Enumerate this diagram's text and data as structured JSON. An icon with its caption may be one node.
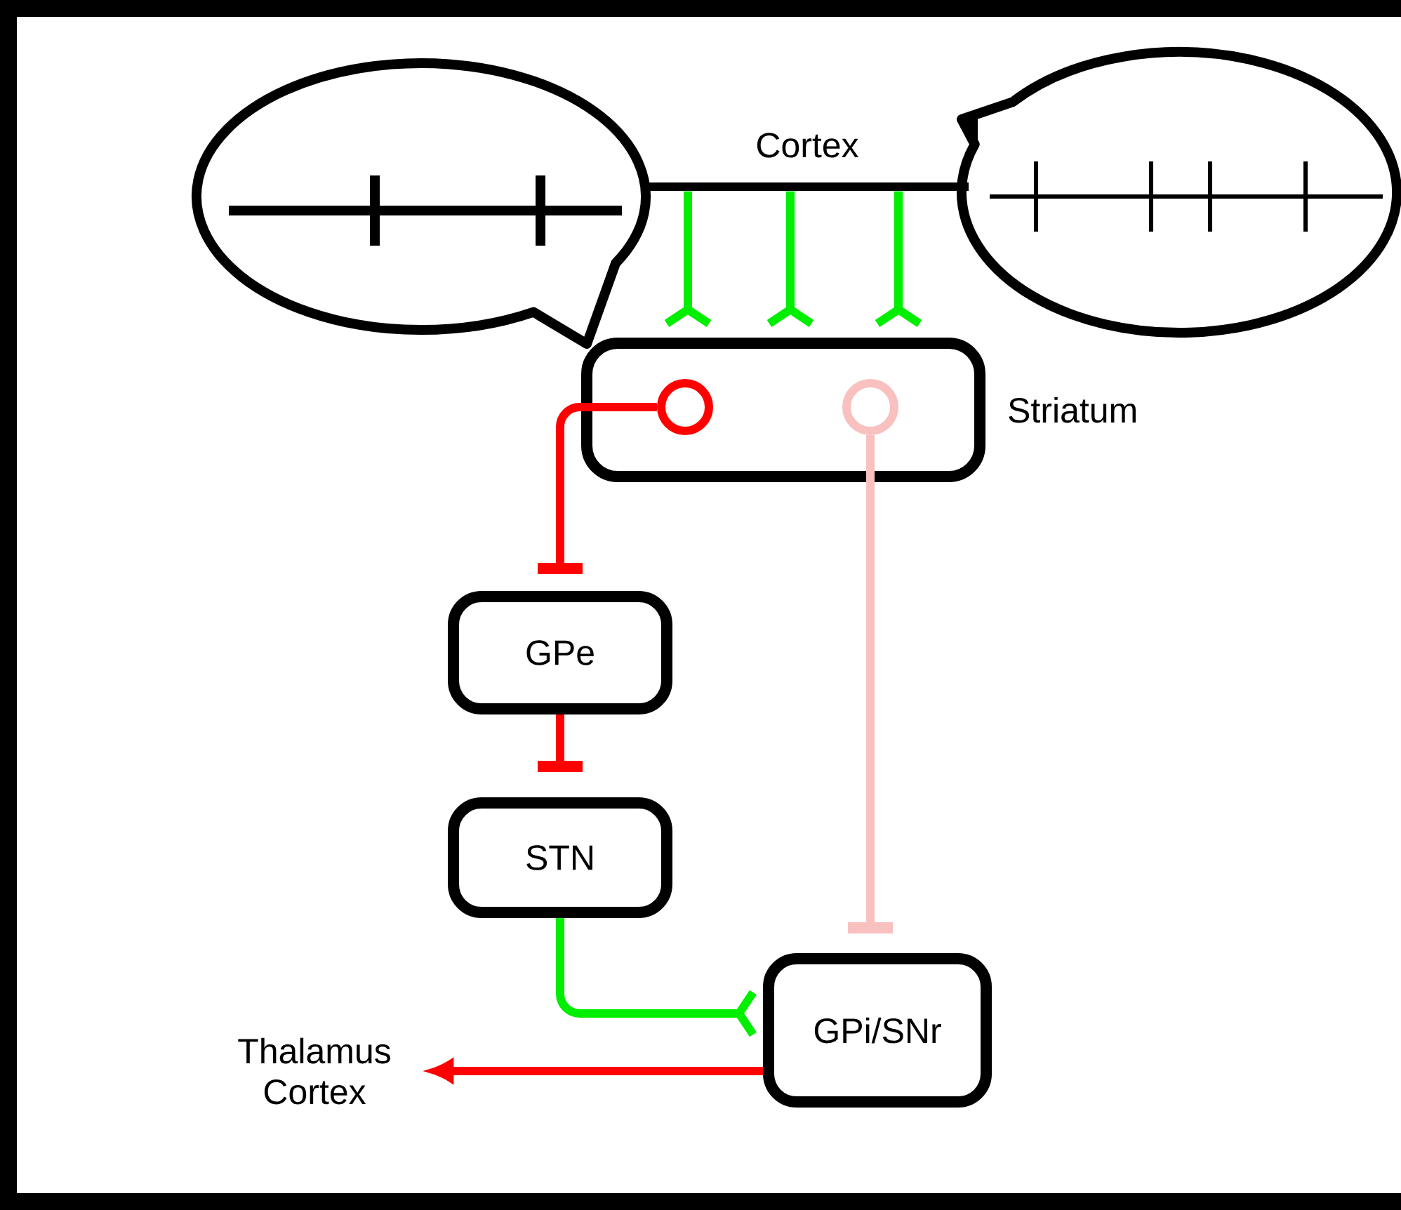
{
  "diagram": {
    "nodes": [
      {
        "text": [
          "Cortex"
        ]
      },
      {
        "text": [
          "Striatum"
        ]
      },
      {
        "text": [],
        "shape": "circle",
        "in": 1
      },
      {
        "text": [],
        "shape": "circle",
        "in": 1
      },
      {
        "text": [
          "GPe"
        ]
      },
      {
        "text": [
          "STN"
        ]
      },
      {
        "text": [
          "GPi/SNr"
        ]
      },
      {
        "text": [
          "Thalamus Cortex"
        ]
      }
    ],
    "edges": [
      {
        "from": 0,
        "to": 1,
        "arrow": "other",
        "color": "#00ee00"
      },
      {
        "from": 0,
        "to": 1,
        "arrow": "other",
        "color": "#00ee00"
      },
      {
        "from": 0,
        "to": 1,
        "arrow": "other",
        "color": "#00ee00"
      },
      {
        "from": 2,
        "to": 4,
        "arrow": "other",
        "color": "#ff0000"
      },
      {
        "from": 4,
        "to": 5,
        "arrow": "other",
        "color": "#ff0000"
      },
      {
        "from": 3,
        "to": 6,
        "arrow": "other",
        "color": "#f9c0c0"
      },
      {
        "from": 5,
        "to": 6,
        "arrow": "other",
        "color": "#00ee00"
      },
      {
        "from": 6,
        "to": 7,
        "arrow": "to",
        "color": "#ff0000"
      }
    ]
  }
}
